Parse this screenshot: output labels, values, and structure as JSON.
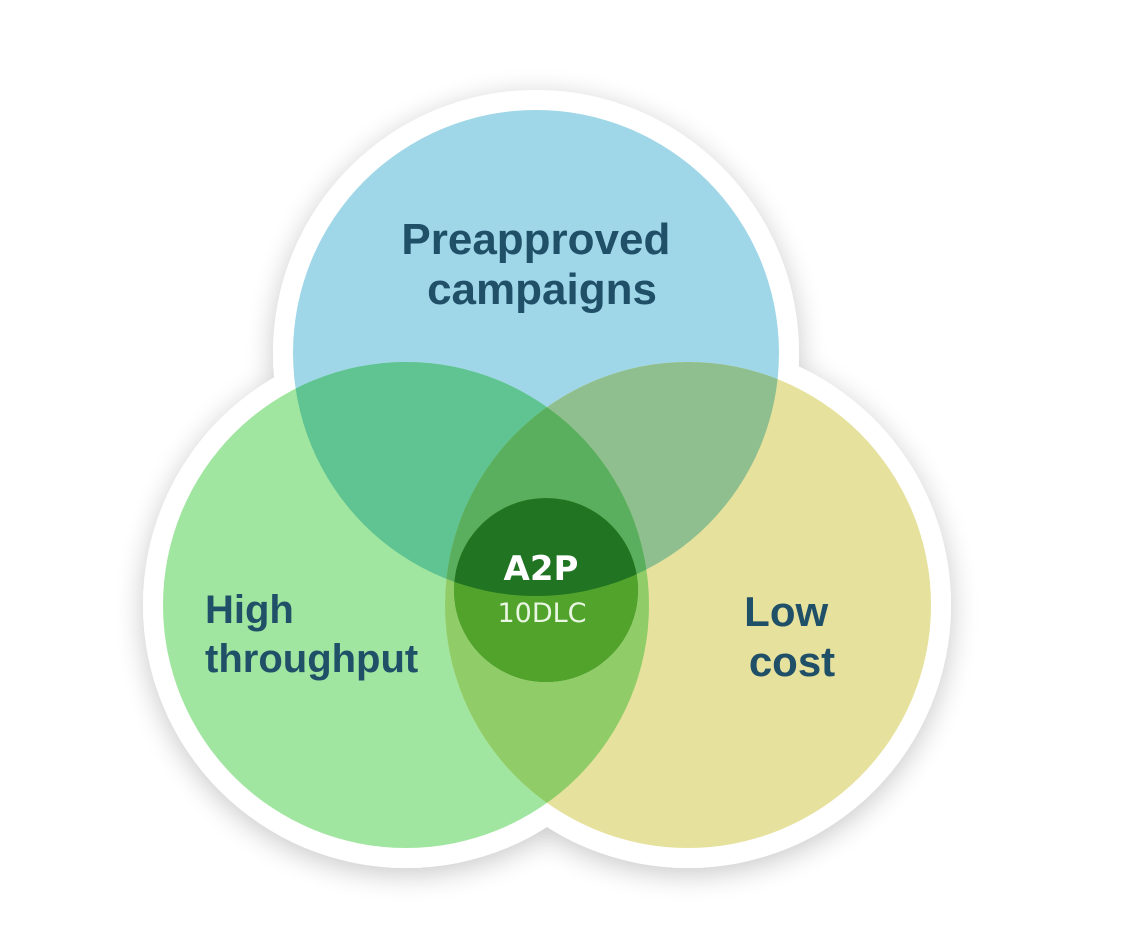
{
  "diagram": {
    "sets": [
      {
        "id": "top",
        "lines": [
          "Preapproved",
          "campaigns"
        ],
        "color": "#9fd7e8"
      },
      {
        "id": "left",
        "lines": [
          "High",
          "throughput"
        ],
        "color": "#a0e6a0"
      },
      {
        "id": "right",
        "lines": [
          "Low",
          "cost"
        ],
        "color": "#e6e19c"
      }
    ],
    "center": {
      "title": "A2P",
      "subtitle": "10DLC",
      "color": "#217422"
    },
    "overlap_colors": {
      "top_left": "#5fc492",
      "top_right": "#8fbf8f",
      "left_right": "#90cd68",
      "all_three": "#5aaf5e",
      "center_lower": "#52a32c"
    },
    "label_color": "#1f5068"
  }
}
